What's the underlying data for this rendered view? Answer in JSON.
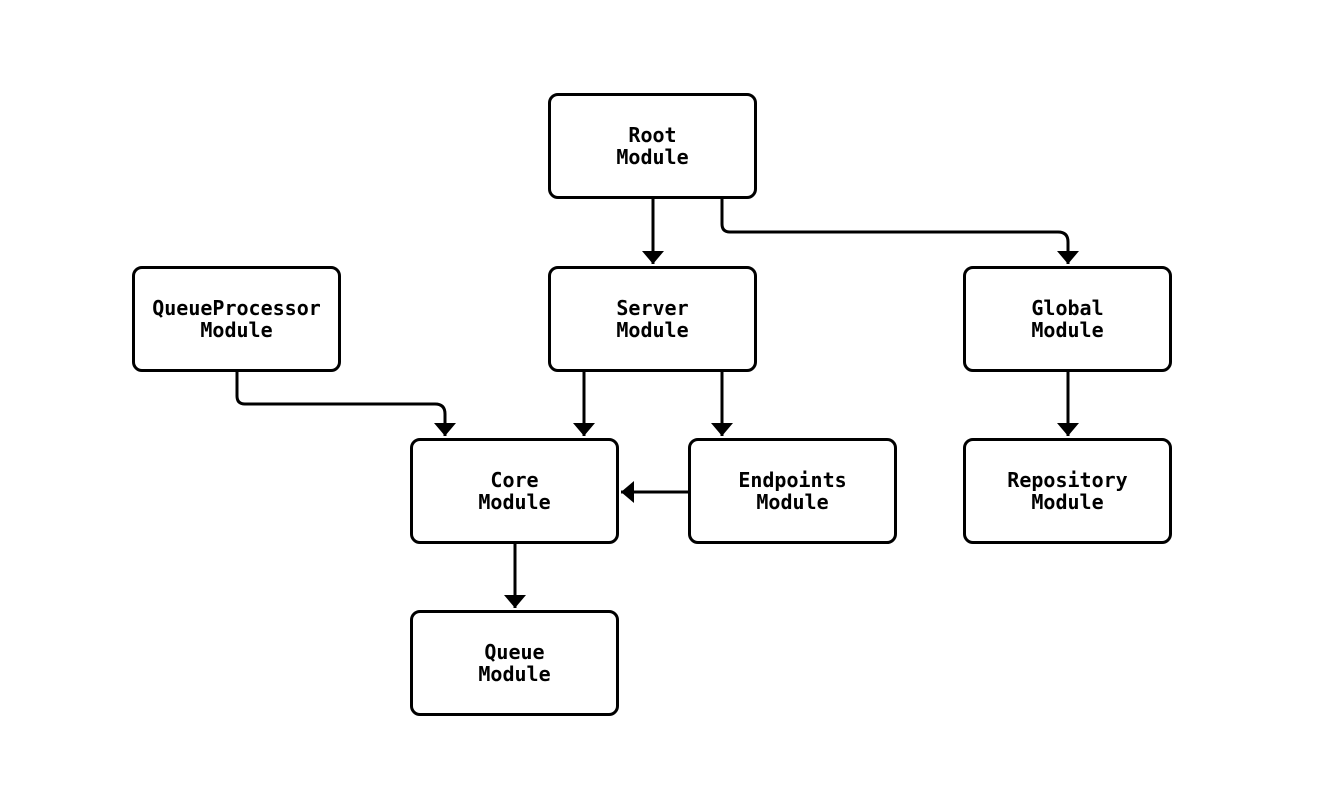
{
  "diagram": {
    "type": "flowchart",
    "colors": {
      "background": "#ffffff",
      "node_fill": "#ffffff",
      "node_border": "#000000",
      "edge": "#000000",
      "text": "#000000"
    },
    "nodes": {
      "root": {
        "label": "Root\nModule"
      },
      "server": {
        "label": "Server\nModule"
      },
      "queue_processor": {
        "label": "QueueProcessor\nModule"
      },
      "global": {
        "label": "Global\nModule"
      },
      "core": {
        "label": "Core\nModule"
      },
      "endpoints": {
        "label": "Endpoints\nModule"
      },
      "repository": {
        "label": "Repository\nModule"
      },
      "queue": {
        "label": "Queue\nModule"
      }
    },
    "edges": [
      {
        "from": "Root Module",
        "to": "Server Module"
      },
      {
        "from": "Root Module",
        "to": "Global Module"
      },
      {
        "from": "QueueProcessor Module",
        "to": "Core Module"
      },
      {
        "from": "Server Module",
        "to": "Core Module"
      },
      {
        "from": "Server Module",
        "to": "Endpoints Module"
      },
      {
        "from": "Endpoints Module",
        "to": "Core Module"
      },
      {
        "from": "Global Module",
        "to": "Repository Module"
      },
      {
        "from": "Core Module",
        "to": "Queue Module"
      }
    ]
  }
}
